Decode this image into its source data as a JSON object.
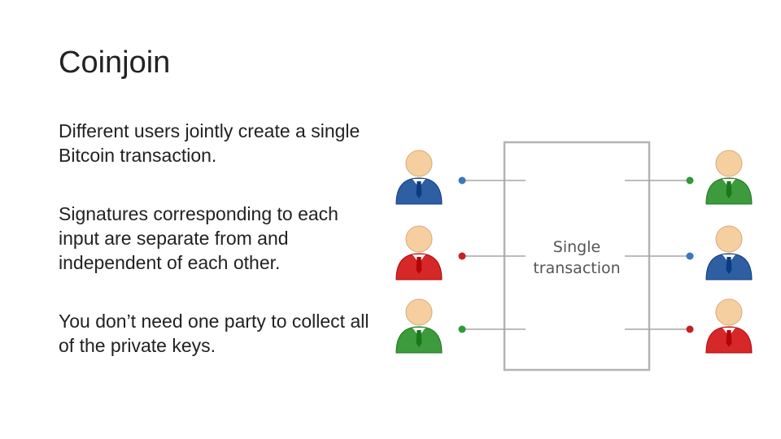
{
  "slide": {
    "title": "Coinjoin",
    "bullets": [
      "Different users jointly create a single Bitcoin transaction.",
      "Signatures corresponding to each input are separate from and independent of each other.",
      "You don’t need one party to collect all of the private keys."
    ]
  },
  "diagram": {
    "box_label_line1": "Single",
    "box_label_line2": "transaction",
    "inputs": [
      {
        "user_color": "blue",
        "dot_color": "blue"
      },
      {
        "user_color": "red",
        "dot_color": "red"
      },
      {
        "user_color": "green",
        "dot_color": "green"
      }
    ],
    "outputs": [
      {
        "user_color": "green",
        "dot_color": "green"
      },
      {
        "user_color": "blue",
        "dot_color": "blue"
      },
      {
        "user_color": "red",
        "dot_color": "red"
      }
    ],
    "colors": {
      "blue": "#2e5fa3",
      "red": "#d62828",
      "green": "#3d9a3d",
      "skin": "#f6cfa0",
      "dot_blue": "#3a78b8",
      "dot_red": "#c72020",
      "dot_green": "#2e9a3a"
    },
    "icons": [
      "user-icon"
    ]
  }
}
